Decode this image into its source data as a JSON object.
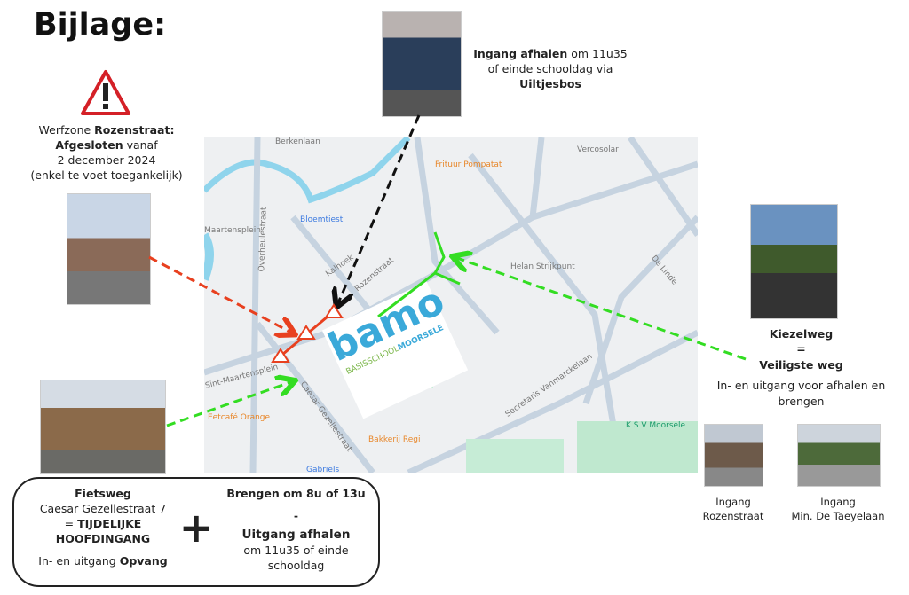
{
  "title": "Bijlage:",
  "warning": {
    "line1": "Werfzone ",
    "street": "Rozenstraat:",
    "closed": "Afgesloten",
    "closed_rest": " vanaf",
    "date": "2 december 2024",
    "note": "(enkel te voet toegankelijk)"
  },
  "top": {
    "bold1": "Ingang afhalen",
    "rest1": " om 11u35",
    "line2": "of einde schooldag via",
    "bold2": "Uiltjesbos"
  },
  "right": {
    "title": "Kiezelweg",
    "eq": "=",
    "sub": "Veiligste weg",
    "line1": "In- en uitgang  voor afhalen en",
    "line2": "brengen"
  },
  "entrances": [
    {
      "l1": "Ingang",
      "l2": "Rozenstraat"
    },
    {
      "l1": "Ingang",
      "l2": "Min. De Taeyelaan"
    }
  ],
  "box": {
    "title": "Fietsweg",
    "addr": "Caesar Gezellestraat 7",
    "eq": "= ",
    "bold": "TIJDELIJKE",
    "bold2": "HOOFDINGANG",
    "opv1": "In- en uitgang ",
    "opv2": "Opvang",
    "plus": "+",
    "bring": "Brengen om 8u of 13u",
    "dash": "-",
    "exit": "Uitgang afhalen",
    "exit2": "om 11u35 of einde",
    "exit3": "schooldag"
  },
  "map": {
    "labels": [
      "Berkenlaan",
      "Vercosolar",
      "Frituur Pompatat",
      "Bloemtiest",
      "Maartensplein",
      "Overheulestraat",
      "Kalhoek",
      "Rozenstraat",
      "Helan Strijkpunt",
      "De Linde",
      "Sint-Maartensplein",
      "Eetcafé Orange",
      "Caesar Gezellestraat",
      "Secretaris Vanmarckelaan",
      "K S V Moorsele",
      "Bakkerij Regi",
      "Gabriëls"
    ],
    "logo": {
      "name": "bamo",
      "sub1": "BASISSCHOOL",
      "sub2": "MOORSELE"
    }
  }
}
